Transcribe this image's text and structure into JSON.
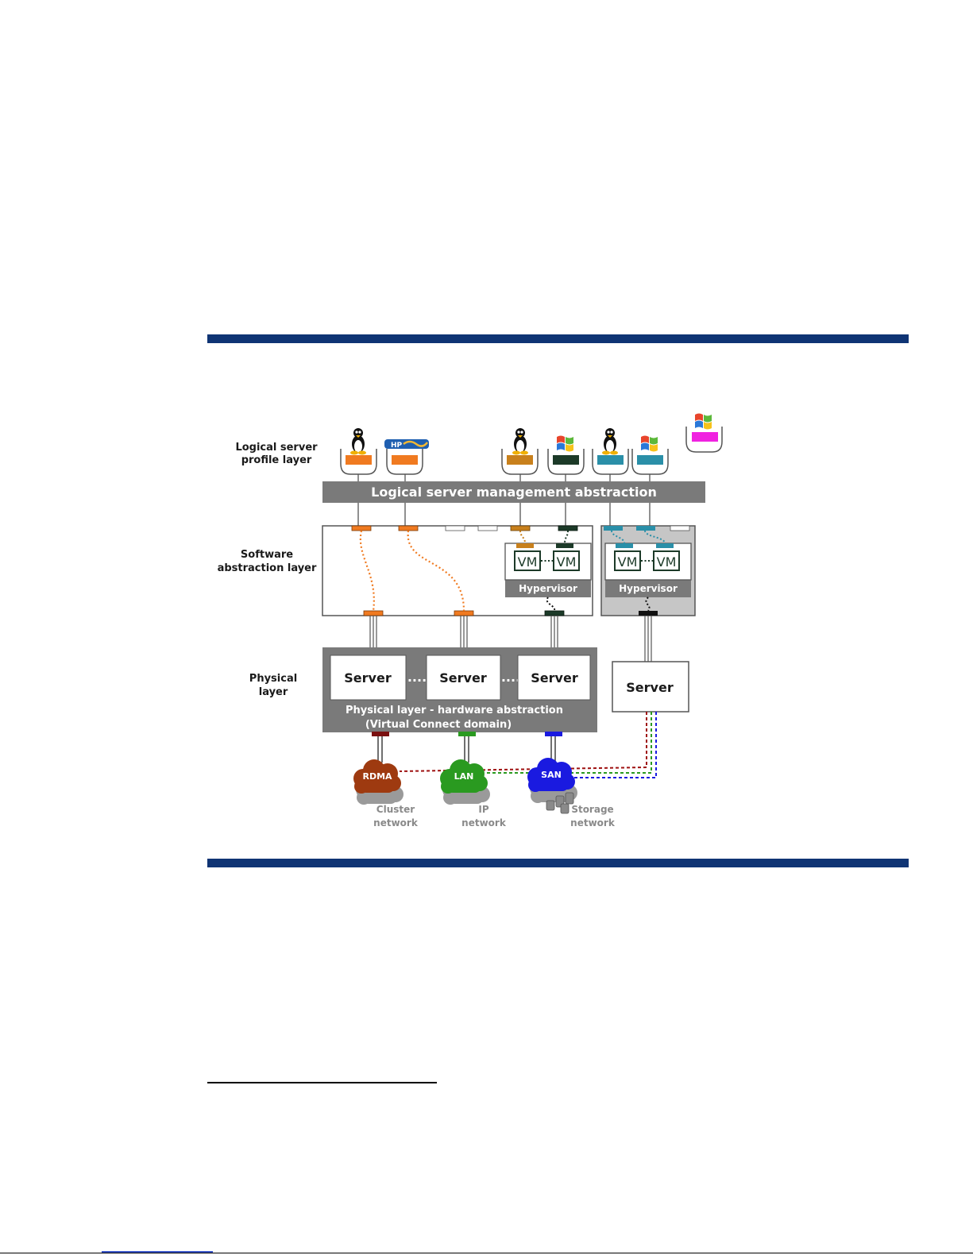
{
  "layers": {
    "profile": [
      "Logical server",
      "profile layer"
    ],
    "software": [
      "Software",
      "abstraction layer"
    ],
    "physical": [
      "Physical",
      "layer"
    ]
  },
  "management_bar": "Logical server management abstraction",
  "vm": "VM",
  "hypervisor": "Hypervisor",
  "server": "Server",
  "hardware": [
    "Physical layer - hardware abstraction",
    "(Virtual Connect domain)"
  ],
  "clouds": {
    "rdma": "RDMA",
    "lan": "LAN",
    "san": "SAN"
  },
  "networks": {
    "cluster": [
      "Cluster",
      "network"
    ],
    "ip": [
      "IP",
      "network"
    ],
    "storage": [
      "Storage",
      "network"
    ]
  },
  "icons": {
    "profile_1": "linux-tux-icon",
    "profile_2": "hp-ux-logo-icon",
    "profile_3": "linux-tux-icon",
    "profile_4": "windows-flag-icon",
    "profile_5": "linux-tux-icon",
    "profile_6": "windows-flag-icon",
    "profile_7": "windows-flag-icon"
  },
  "colors": {
    "rule": "#0f3474",
    "orange": "#f07a20",
    "gold": "#c8801c",
    "darkgreen": "#1c3a28",
    "teal": "#2a8fa8",
    "magenta": "#f022e0",
    "panel": "#7a7a7a",
    "rdma": "#9e3a10",
    "lan": "#2a9a20",
    "san": "#1a1ae0"
  }
}
